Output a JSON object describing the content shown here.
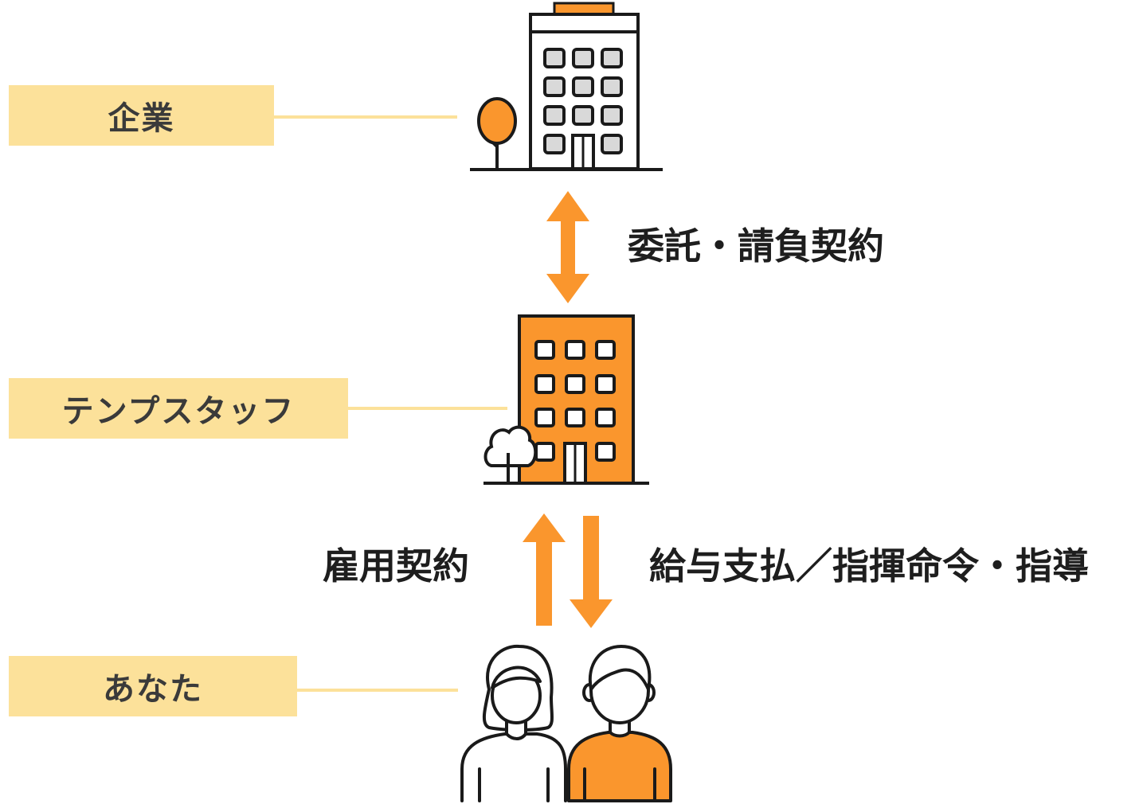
{
  "colors": {
    "accent": "#FA962D",
    "label_bg": "#FCE19A",
    "connector": "#FCE19A",
    "outline": "#1a1a1a",
    "window_fill": "#d9d9d9"
  },
  "tiers": [
    {
      "label": "企業",
      "icon": "office-building-icon"
    },
    {
      "label": "テンプスタッフ",
      "icon": "orange-building-icon"
    },
    {
      "label": "あなた",
      "icon": "people-icon"
    }
  ],
  "relations": {
    "company_staff": "委託・請負契約",
    "staff_you_left": "雇用契約",
    "staff_you_right": "給与支払／指揮命令・指導"
  }
}
